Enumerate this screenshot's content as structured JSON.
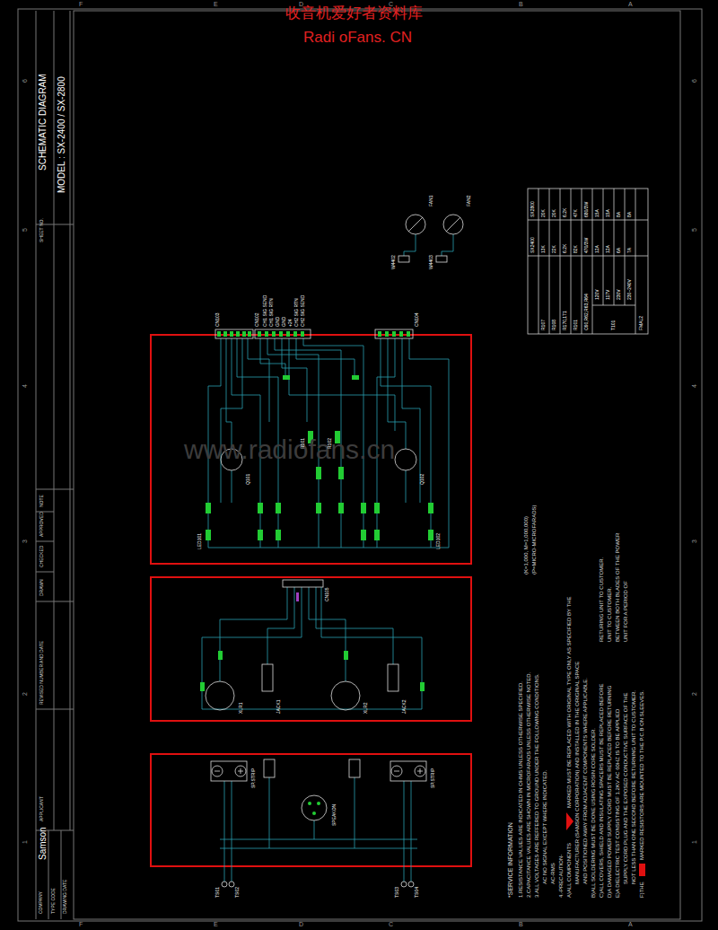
{
  "diagram": {
    "title": "SCHEMATIC DIAGRAM",
    "labels": [
      "收音机爱好者资料库",
      "Radi oFans. CN",
      "www.radiofans.cn",
      "F",
      "E",
      "D",
      "C",
      "B",
      "A",
      "F",
      "E",
      "D",
      "C",
      "B",
      "A",
      "6",
      "5",
      "4",
      "3",
      "2",
      "1",
      "6",
      "5",
      "4",
      "3",
      "2",
      "1",
      "MODEL : SX-2400 / SX-2800",
      "SHEET NO.",
      "Samson",
      "COMPANY",
      "TYPE CODE",
      "DRAWING DATE",
      "APPLICANT",
      "REVISED NUMBER AND DATE",
      "DRAWN",
      "CHECKED",
      "APPROVED",
      "NOTE",
      "CN103",
      "CN102",
      "CH1 SIG SEND",
      "CH1 SIG RTN",
      "GND",
      "GND",
      "+24",
      "CH2 SIG RTN",
      "CH2 SIG SEND",
      "CN104",
      "Q101",
      "Q102",
      "R101",
      "R102",
      "LED101",
      "LED102",
      "CN105",
      "XLR1",
      "XLR2",
      "JACK1",
      "JACK2",
      "SPEAKON",
      "SP.STRIP",
      "SP.STRIP",
      "TS01",
      "TS02",
      "TS03",
      "TS04",
      "FAN1",
      "FAN2",
      "W4402",
      "W4403",
      "SX2800",
      "SX2400",
      "R107",
      "13K",
      "20K",
      "R108",
      "22K",
      "20K",
      "R170,171",
      "6.2K",
      "6.2K",
      "R101",
      "82K",
      "47K",
      "C60,R62,R63,R64",
      "470/3W",
      "680/3W",
      "T101",
      "120V",
      "12A",
      "15A",
      "117V",
      "12A",
      "15A",
      "230V",
      "6A",
      "8A",
      "230~240V",
      "7A",
      "8A",
      "FMAL2",
      "(K=1,000, M=1,000,000)",
      "(P=MICRO-MICROFARADS)",
      "*SERVICE INFORMATION",
      "1.RESISTANCE VALUES ARE INDICATED IN OHMS UNLESS OTHERWISE SPECIFIED.",
      "2.CAPACITANCE VALUES ARE SHOWN IN MICROFARADS UNLESS OTHERWISE NOTED.",
      "3.ALL VOLTAGES ARE REFFERED TO GROUND UNDER THE FOLLOWING CONDITIONS.",
      "AC NO SIGNAL EXCEPT WHERE INDICATED.",
      "AC-RMS",
      "4.-PRECAUTION-",
      "A)ALL COMPONENTS",
      "MARKED MUST BE REPLACED WITH ORIGINAL TYPE ONLY AS SPECIFIED BY THE",
      "MANUFACTURER (SAMSON CORPORATION) AND INSTALLED IN THE ORIGINAL SPACE",
      "AND POSITIONED AWAY FROM ADJACENT COMPONENTS WHERE APPLICABLE.",
      "B)ALL SOLDERING MUST BE DONE USING ROSIN CORE SOLDER.",
      "C)ALL COVERS, SHIELD AND INSULATING SPACERS MUST BE REPLACED BEFORE",
      "RETURING UNIT TO CUSTOMER.",
      "D)A DAMAGED POWER SUPPLY CORD MUST BE REPLACED BEFORE RETURNING",
      "UNIT TO CUSTOMER.",
      "E)A DIELECTRIC TEST CONSISTING OF 1.2KV AC 60HZ IS TO BE APPLIED",
      "BETWEEN BOTH BLADES OF THE POWER",
      "SUPPLY CORD PLUG AND THE EXPOSED CONDUCTIVE SURFACE OF THE",
      "UNIT FOR A PERIOD OF",
      "NOT LESS THAN ONE SECOND BEFORE RETURNING UNIT TO CUSTOMER.",
      "F)THE",
      "MARKED RESISTORS ARE MOUNTED TO THE P.C.B ON SLEEVES."
    ]
  }
}
